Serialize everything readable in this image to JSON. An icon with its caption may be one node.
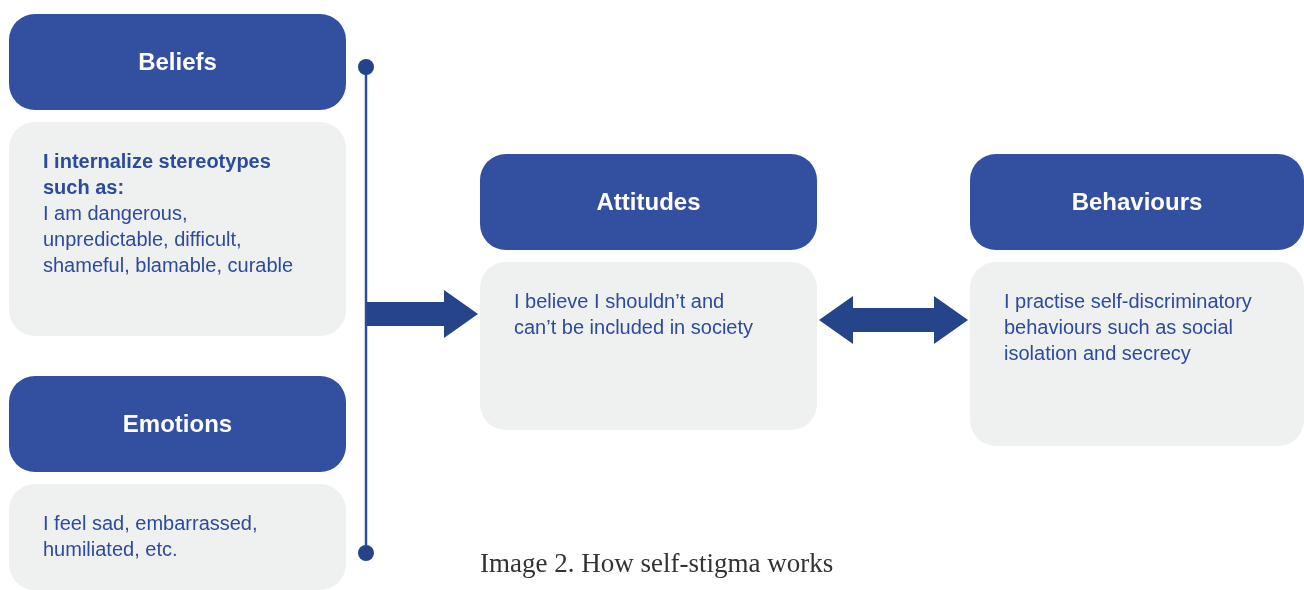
{
  "diagram": {
    "caption": "Image 2. How self-stigma works",
    "nodes": [
      {
        "text": [
          "Beliefs"
        ]
      },
      {
        "text": [
          "I internalize stereotypes such as:",
          "I am dangerous, unpredictable, difficult, shameful, blamable, curable"
        ]
      },
      {
        "text": [
          "Emotions"
        ]
      },
      {
        "text": [
          "I feel sad, embarrassed, humiliated, etc."
        ]
      },
      {
        "text": [
          "Attitudes"
        ]
      },
      {
        "text": [
          "I believe I shouldn’t and can’t be included in society"
        ]
      },
      {
        "text": [
          "Behaviours"
        ]
      },
      {
        "text": [
          "I practise self-discriminatory behaviours such as social isolation and secrecy"
        ]
      }
    ],
    "edges": [
      {
        "from": null,
        "to": 5,
        "arrow": "to",
        "style": "thick"
      },
      {
        "from": 5,
        "to": 7,
        "arrow": "both",
        "style": "thick"
      }
    ]
  }
}
